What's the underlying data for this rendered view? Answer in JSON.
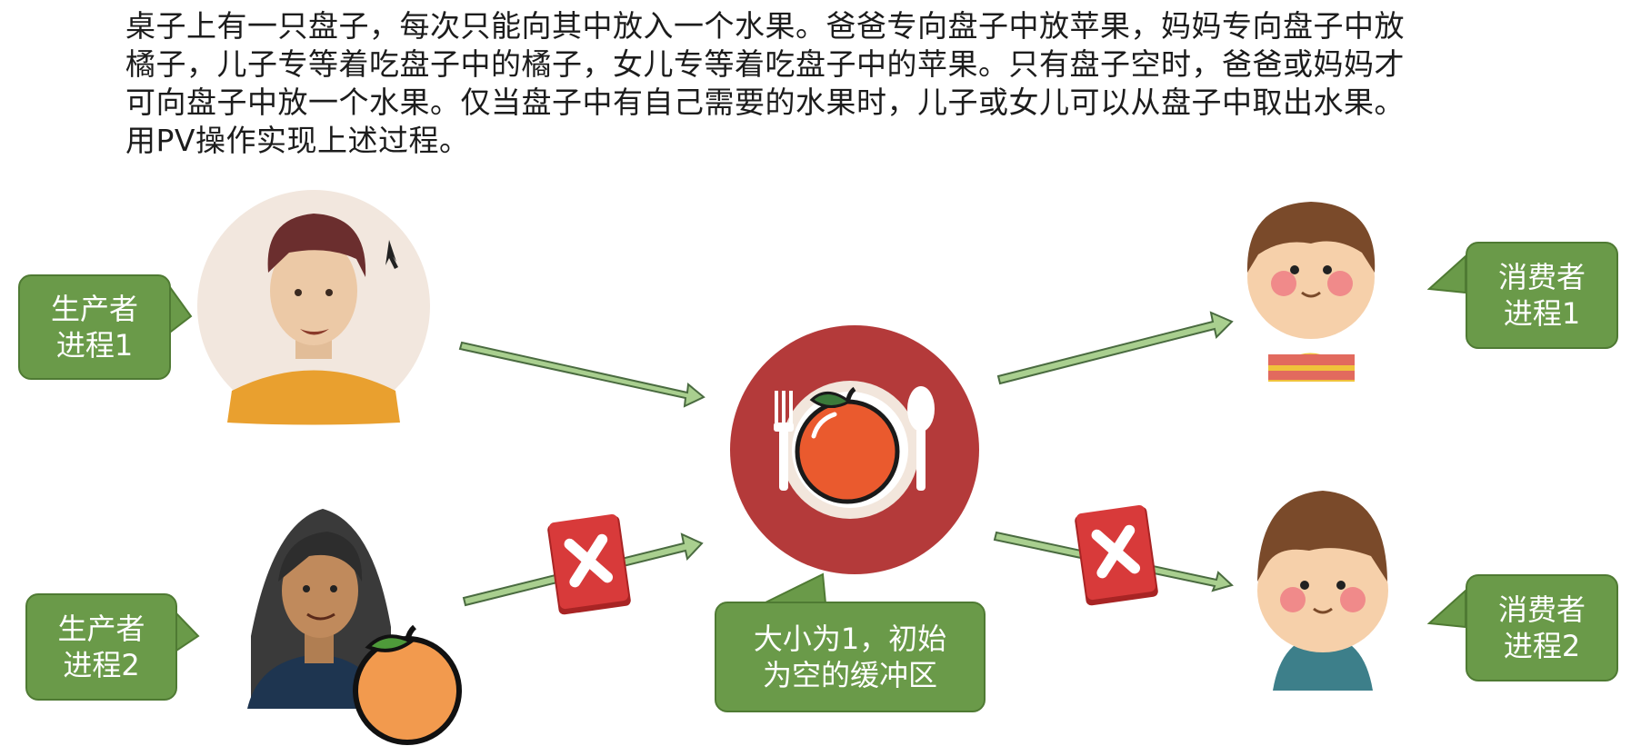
{
  "problem": {
    "lines": [
      "桌子上有一只盘子，每次只能向其中放入一个水果。爸爸专向盘子中放苹果，妈妈专向盘子中放",
      "橘子，儿子专等着吃盘子中的橘子，女儿专等着吃盘子中的苹果。只有盘子空时，爸爸或妈妈才",
      "可向盘子中放一个水果。仅当盘子中有自己需要的水果时，儿子或女儿可以从盘子中取出水果。",
      "用PV操作实现上述过程。"
    ]
  },
  "labels": {
    "producer1": [
      "生产者",
      "进程1"
    ],
    "producer2": [
      "生产者",
      "进程2"
    ],
    "consumer1": [
      "消费者",
      "进程1"
    ],
    "consumer2": [
      "消费者",
      "进程2"
    ],
    "buffer": [
      "大小为1，初始",
      "为空的缓冲区"
    ]
  },
  "colors": {
    "callout_fill": "#6a9a49",
    "arrow_fill": "#a9cf8f",
    "plate_red": "#b43a3a",
    "blocked_red": "#d83a3a"
  },
  "icons": [
    "father-avatar",
    "mother-avatar",
    "son-avatar",
    "daughter-avatar",
    "plate-apple-icon",
    "orange-icon",
    "blocked-x-icon"
  ]
}
